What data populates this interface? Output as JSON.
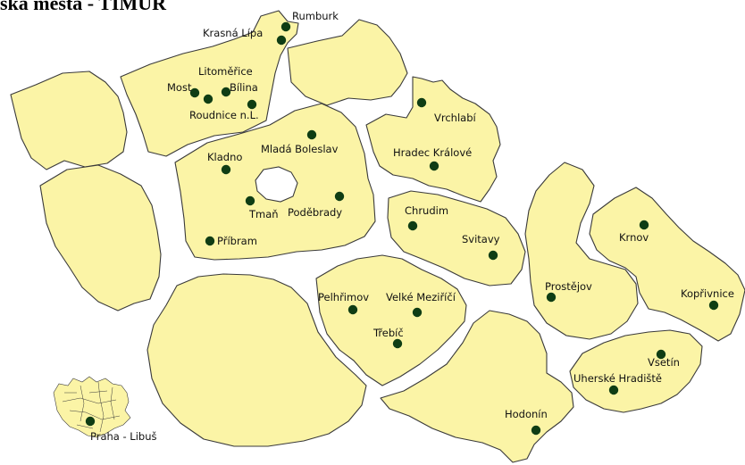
{
  "title": "ska mesta - TIMUR",
  "cities": [
    {
      "id": "rumburk",
      "name": "Rumburk"
    },
    {
      "id": "krasna-lipa",
      "name": "Krasná Lípa"
    },
    {
      "id": "litomerice",
      "name": "Litoměřice"
    },
    {
      "id": "most",
      "name": "Most"
    },
    {
      "id": "bilina",
      "name": "Bílina"
    },
    {
      "id": "roudnice",
      "name": "Roudnice n.L."
    },
    {
      "id": "vrchlabi",
      "name": "Vrchlabí"
    },
    {
      "id": "mlada-boleslav",
      "name": "Mladá Boleslav"
    },
    {
      "id": "kladno",
      "name": "Kladno"
    },
    {
      "id": "hradec-kralove",
      "name": "Hradec Králové"
    },
    {
      "id": "tman",
      "name": "Tmaň"
    },
    {
      "id": "podebrady",
      "name": "Poděbrady"
    },
    {
      "id": "pribram",
      "name": "Příbram"
    },
    {
      "id": "chrudim",
      "name": "Chrudim"
    },
    {
      "id": "svitavy",
      "name": "Svitavy"
    },
    {
      "id": "krnov",
      "name": "Krnov"
    },
    {
      "id": "prostejov",
      "name": "Prostějov"
    },
    {
      "id": "koprivnice",
      "name": "Kopřivnice"
    },
    {
      "id": "pelhrimov",
      "name": "Pelhřimov"
    },
    {
      "id": "velke-mezirici",
      "name": "Velké Meziříčí"
    },
    {
      "id": "trebic",
      "name": "Třebíč"
    },
    {
      "id": "vsetin",
      "name": "Vsetín"
    },
    {
      "id": "uherske-hradiste",
      "name": "Uherské Hradiště"
    },
    {
      "id": "hodonin",
      "name": "Hodonín"
    },
    {
      "id": "praha-libus",
      "name": "Praha - Libuš"
    }
  ],
  "colors": {
    "land": "#fbf4a6",
    "border": "#3a3a3a",
    "marker": "#0f3d14",
    "background": "#ffffff"
  }
}
